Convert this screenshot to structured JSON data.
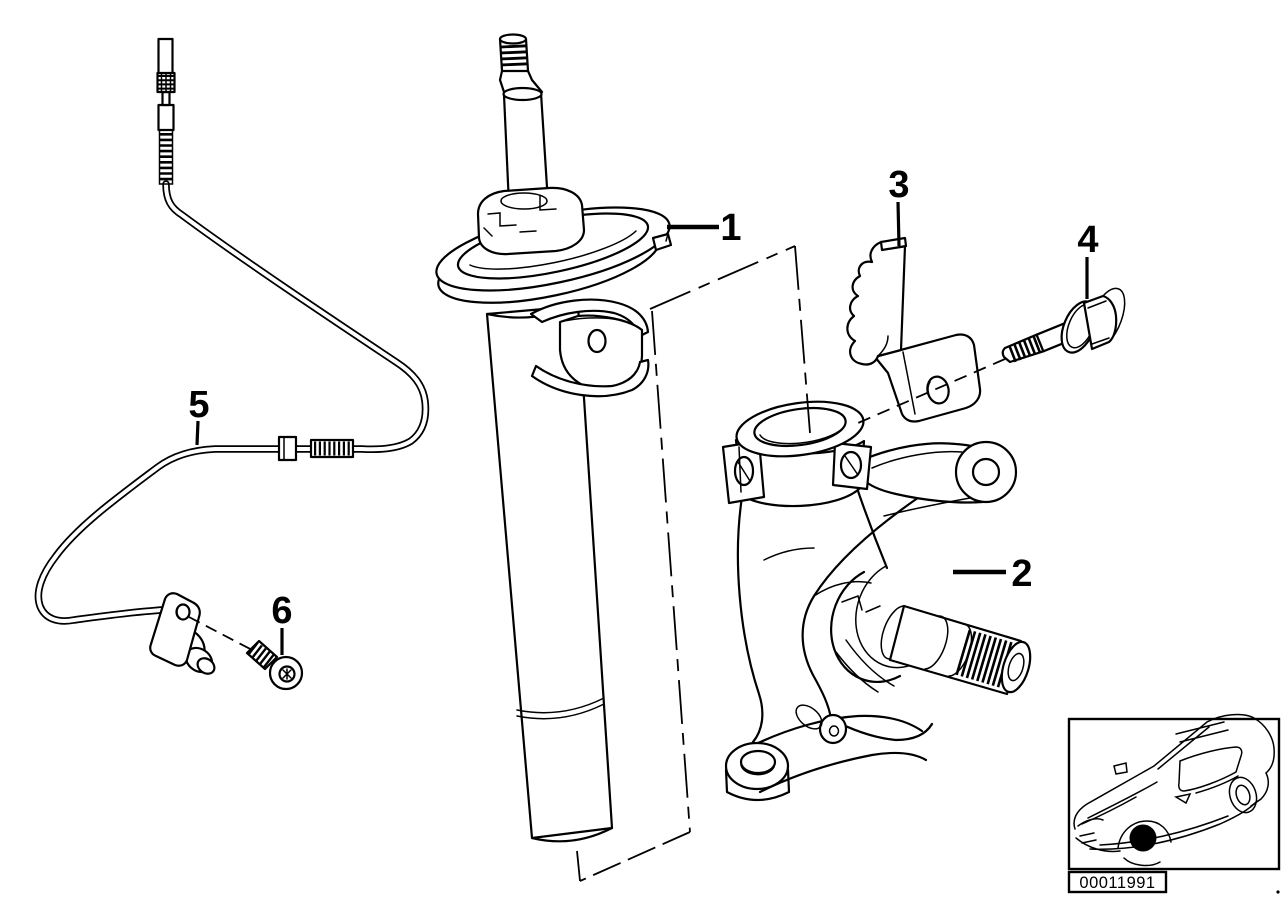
{
  "colors": {
    "background": "#ffffff",
    "line": "#000000"
  },
  "callouts": [
    {
      "label": "1",
      "part": "front-spring-strut"
    },
    {
      "label": "2",
      "part": "steering-knuckle"
    },
    {
      "label": "3",
      "part": "cable-holder-bracket"
    },
    {
      "label": "4",
      "part": "hex-bolt"
    },
    {
      "label": "5",
      "part": "abs-sensor-cable"
    },
    {
      "label": "6",
      "part": "socket-head-screw"
    }
  ],
  "inset": {
    "diagram_code": "00011991"
  }
}
